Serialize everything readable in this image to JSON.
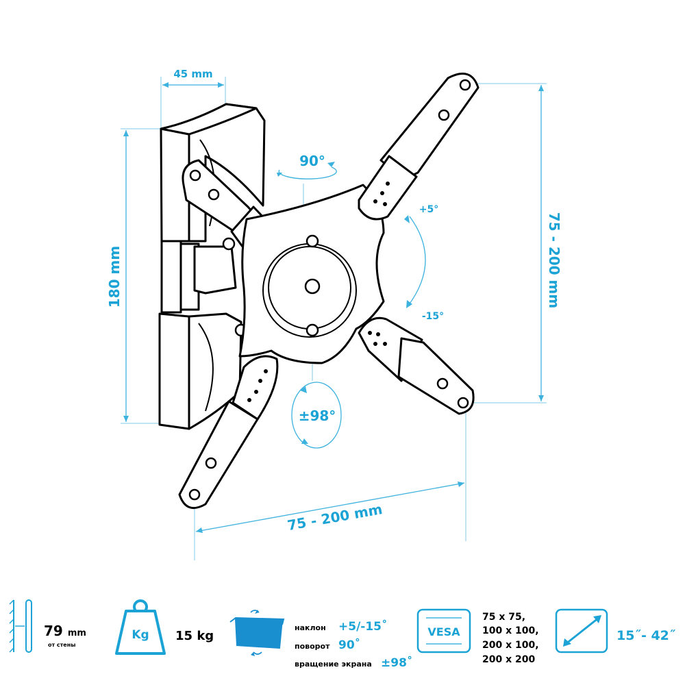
{
  "colors": {
    "accent": "#1ba3d6",
    "line": "#000000",
    "screen": "#1a8fd0"
  },
  "diagram": {
    "depth_label": "45 mm",
    "height_label": "180 mm",
    "vesa_v_label": "75 - 200 mm",
    "vesa_h_label": "75 - 200 mm",
    "swivel_label": "90°",
    "tilt_up_label": "+5°",
    "tilt_down_label": "-15°",
    "rotate_label": "±98°"
  },
  "specs": {
    "distance": {
      "value": "79",
      "unit": "mm",
      "caption": "от стены"
    },
    "load": {
      "badge": "Kg",
      "value": "15 kg"
    },
    "motion": {
      "tilt_label": "наклон",
      "tilt_value": "+5/-15˚",
      "swivel_label": "поворот",
      "swivel_value": "90˚",
      "rotate_label": "вращение экрана",
      "rotate_value": "±98˚"
    },
    "vesa": {
      "badge": "VESA",
      "sizes": [
        "75 x 75,",
        "100 x 100,",
        "200 x 100,",
        "200 x 200"
      ]
    },
    "screen": {
      "value": "15˝- 42˝"
    }
  }
}
